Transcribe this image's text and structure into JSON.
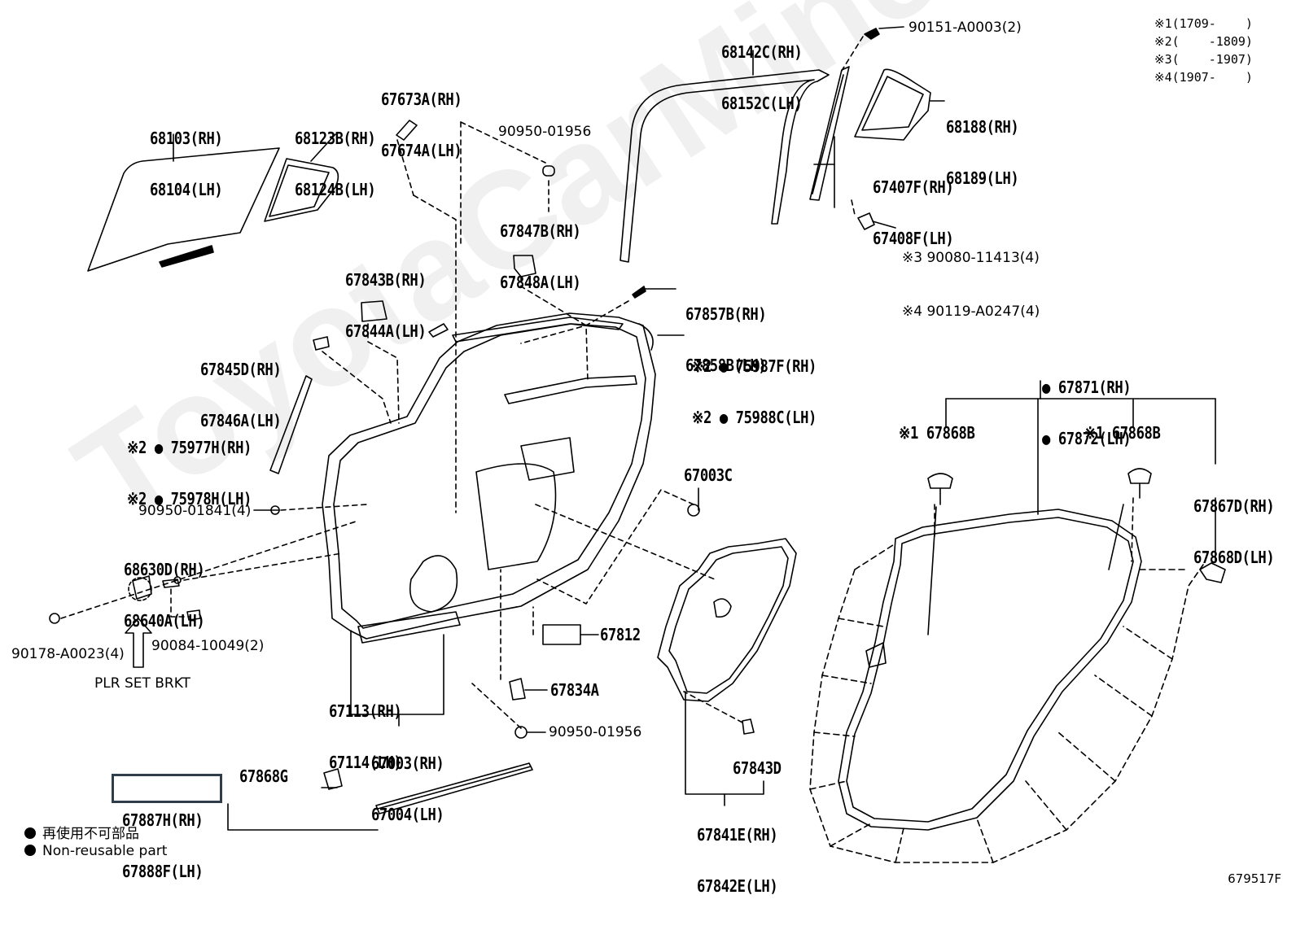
{
  "watermark": "ToyotaCarMine.ru",
  "notes": [
    "※1(1709-    )",
    "※2(    -1809)",
    "※3(    -1907)",
    "※4(1907-    )"
  ],
  "parts": {
    "p68103": [
      "68103(RH)",
      "68104(LH)"
    ],
    "p68123": [
      "68123B(RH)",
      "68124B(LH)"
    ],
    "p67673": [
      "67673A(RH)",
      "67674A(LH)"
    ],
    "p90950a": "90950-01956",
    "p68142": [
      "68142C(RH)",
      "68152C(LH)"
    ],
    "p90151": "90151-A0003(2)",
    "p68188": [
      "68188(RH)",
      "68189(LH)"
    ],
    "p67407": [
      "67407F(RH)",
      "67408F(LH)"
    ],
    "p90080": [
      "※3 90080-11413(4)",
      "※4 90119-A0247(4)"
    ],
    "p67847": [
      "67847B(RH)",
      "67848A(LH)"
    ],
    "p67843b": [
      "67843B(RH)",
      "67844A(LH)"
    ],
    "p67857": [
      "67857B(RH)",
      "67858B(LH)"
    ],
    "p75987": [
      "※2 ● 75987F(RH)",
      "※2 ● 75988C(LH)"
    ],
    "p67845": [
      "67845D(RH)",
      "67846A(LH)"
    ],
    "p75977": [
      "※2 ● 75977H(RH)",
      "※2 ● 75978H(LH)"
    ],
    "p67871": [
      "● 67871(RH)",
      "● 67872(LH)"
    ],
    "p67868b_1": "※1 67868B",
    "p67868b_2": "※1 67868B",
    "p67003c": "67003C",
    "p67867": [
      "67867D(RH)",
      "67868D(LH)"
    ],
    "p90950b": "90950-01841(4)",
    "p68630": [
      "68630D(RH)",
      "68640A(LH)"
    ],
    "p90178": "90178-A0023(4)",
    "p90084": "90084-10049(2)",
    "plr": "PLR SET BRKT",
    "p67812": "67812",
    "p67113": [
      "67113(RH)",
      "67114(LH)"
    ],
    "p67834": "67834A",
    "p67003": [
      "67003(RH)",
      "67004(LH)"
    ],
    "p90950c": "90950-01956",
    "p67843d": "67843D",
    "p67841": [
      "67841E(RH)",
      "67842E(LH)"
    ],
    "p67887": [
      "67887H(RH)",
      "67888F(LH)"
    ],
    "p67868g": "67868G"
  },
  "legend": {
    "jp": "再使用不可部品",
    "en": "Non-reusable part"
  },
  "figure_code": "679517F"
}
